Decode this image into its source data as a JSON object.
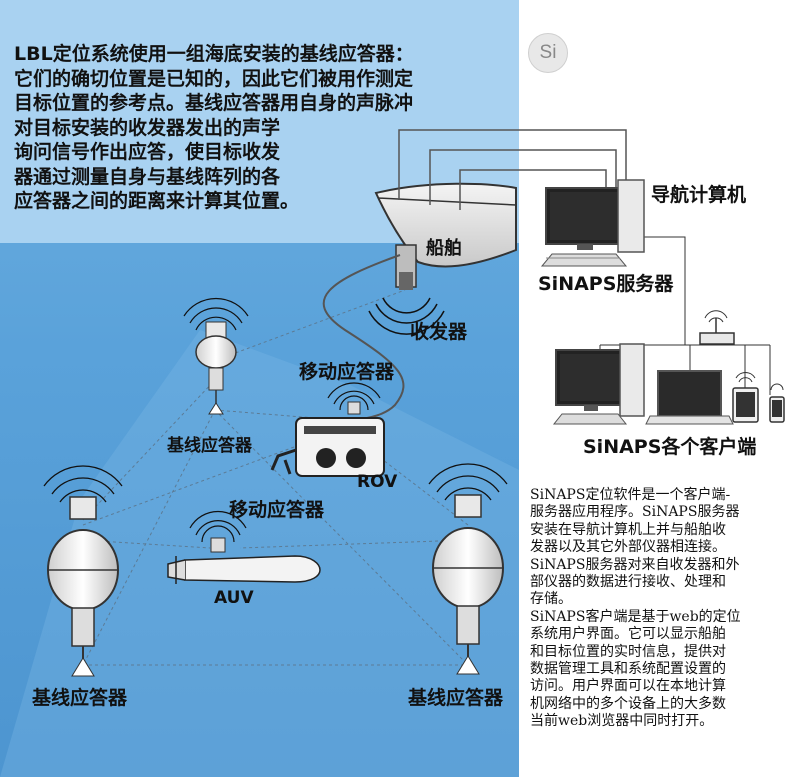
{
  "intro_text": "LBL定位系统使用一组海底安装的基线应答器：\n它们的确切位置是已知的，因此它们被用作测定\n目标位置的参考点。基线应答器用自身的声脉冲\n对目标安装的收发器发出的声学\n询问信号作出应答，使目标收发\n器通过测量自身与基线阵列的各\n应答器之间的距离来计算其位置。",
  "logo_text": "Si",
  "labels": {
    "ship": "船舶",
    "transceiver": "收发器",
    "mobile_transponder_1": "移动应答器",
    "mobile_transponder_2": "移动应答器",
    "baseline_1": "基线应答器",
    "baseline_2": "基线应答器",
    "baseline_3": "基线应答器",
    "rov": "ROV",
    "auv": "AUV",
    "nav_computer": "导航计算机",
    "sinaps_server": "SiNAPS服务器",
    "sinaps_clients": "SiNAPS各个客户端"
  },
  "info_text": "SiNAPS定位软件是一个客户端-\n服务器应用程序。SiNAPS服务器\n安装在导航计算机上并与船舶收\n发器以及其它外部仪器相连接。\nSiNAPS服务器对来自收发器和外\n部仪器的数据进行接收、处理和\n存储。\nSiNAPS客户端是基于web的定位\n系统用户界面。它可以显示船舶\n和目标位置的实时信息，提供对\n数据管理工具和系统配置设置的\n访问。用户界面可以在本地计算\n机网络中的多个设备上的大多数\n当前web浏览器中同时打开。",
  "colors": {
    "sky": "#a9d2f1",
    "sea": "#5aa2da",
    "text": "#111111"
  }
}
